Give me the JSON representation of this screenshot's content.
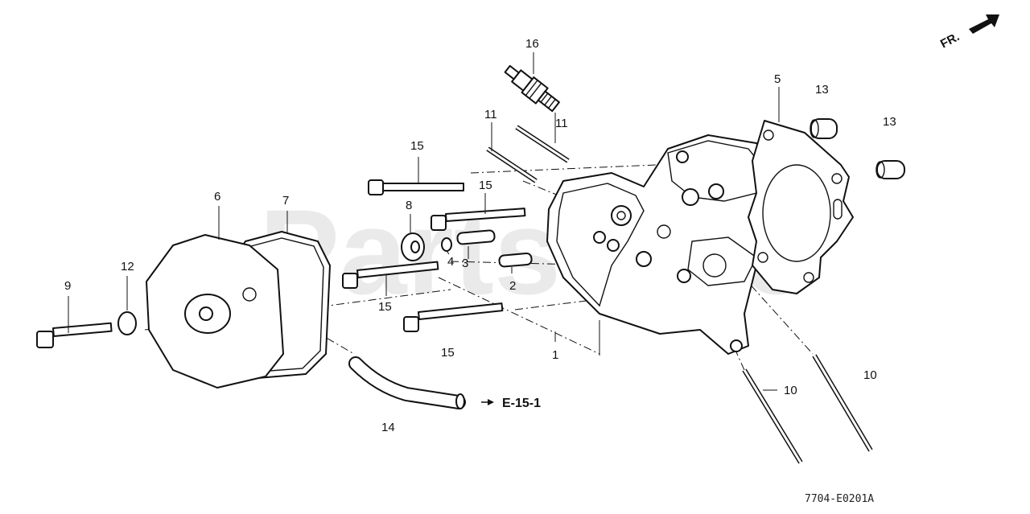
{
  "watermark": "PartsTree",
  "orientation": {
    "label": "FR.",
    "icon": "front-direction-arrow-icon"
  },
  "reference": {
    "label": "E-15-1",
    "icon": "arrow-right-icon"
  },
  "diagram_code": "7704-E0201A",
  "callouts": {
    "c1": "1",
    "c2": "2",
    "c3": "3",
    "c4": "4",
    "c5": "5",
    "c6": "6",
    "c7": "7",
    "c8": "8",
    "c9": "9",
    "c10a": "10",
    "c10b": "10",
    "c11a": "11",
    "c11b": "11",
    "c12": "12",
    "c13a": "13",
    "c13b": "13",
    "c14": "14",
    "c15a": "15",
    "c15b": "15",
    "c15c": "15",
    "c15d": "15",
    "c16": "16"
  }
}
